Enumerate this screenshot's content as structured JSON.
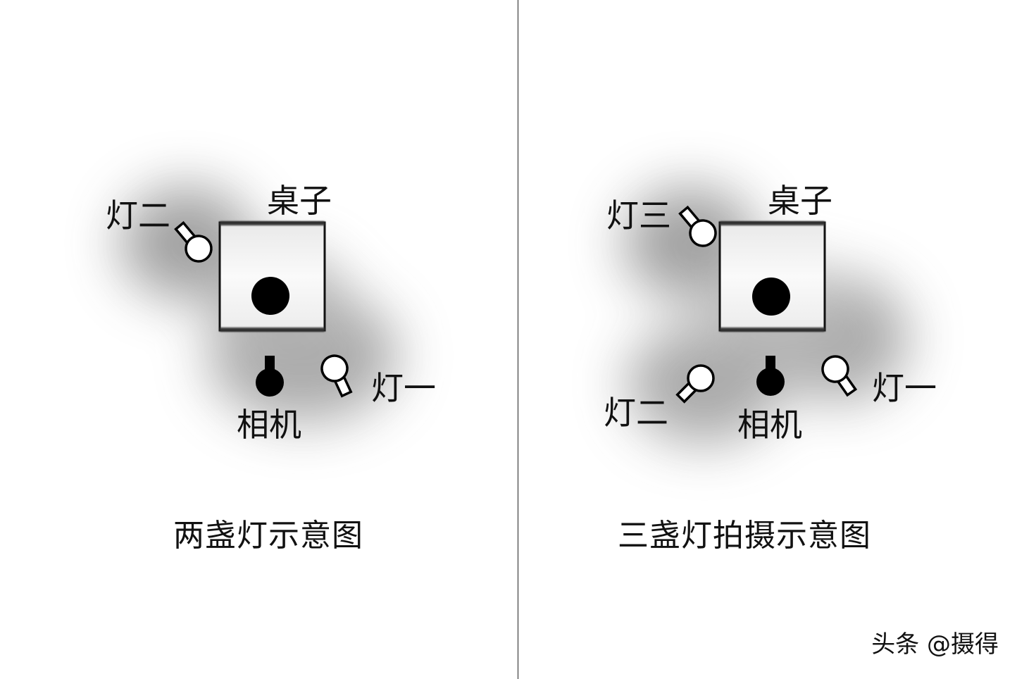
{
  "left_diagram": {
    "caption": "两盏灯示意图",
    "table_label": "桌子",
    "camera_label": "相机",
    "light_one_label": "灯一",
    "light_two_label": "灯二"
  },
  "right_diagram": {
    "caption": "三盏灯拍摄示意图",
    "table_label": "桌子",
    "camera_label": "相机",
    "light_one_label": "灯一",
    "light_two_label": "灯二",
    "light_three_label": "灯三"
  },
  "watermark": "头条 @摄得",
  "icons": {
    "light": "spotlight-icon",
    "camera": "camera-icon",
    "subject": "subject-dot-icon"
  },
  "colors": {
    "ink": "#000000",
    "background": "#ffffff"
  }
}
